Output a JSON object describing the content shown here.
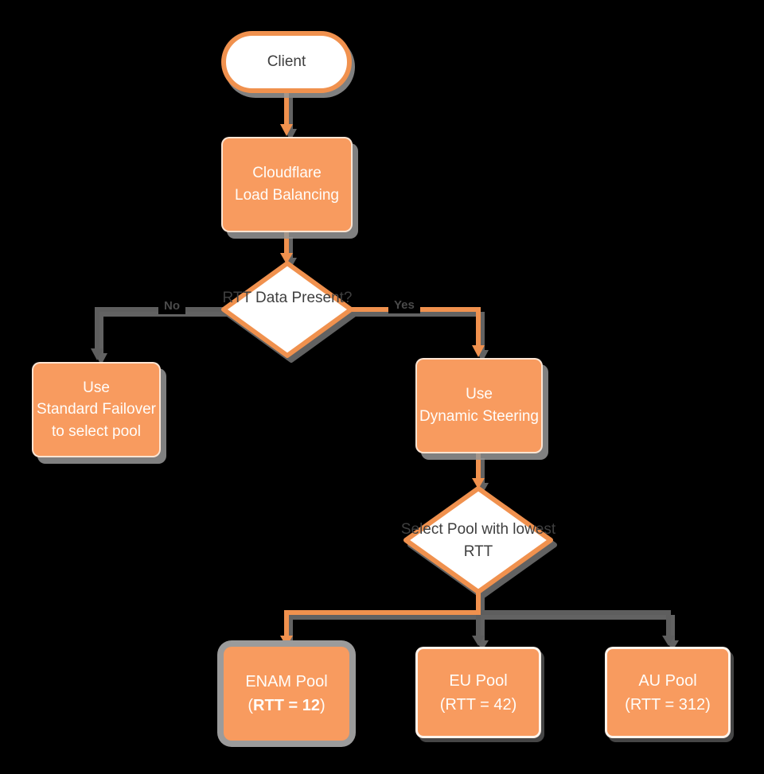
{
  "diagram": {
    "title": "Cloudflare Load Balancing RTT steering flowchart",
    "colors": {
      "background": "#000000",
      "node_fill_orange": "#F89B5F",
      "outline_orange": "#F0914E",
      "edge_gray": "#5E5E5E",
      "shadow_gray": "#969696",
      "text_dark": "#3F3F3F",
      "text_light": "#FFFDFA"
    },
    "nodes": {
      "client": {
        "label": "Client",
        "shape": "stadium"
      },
      "load_balancer": {
        "line1": "Cloudflare",
        "line2": "Load Balancing",
        "shape": "rect"
      },
      "rtt_decision": {
        "line1": "RTT Data",
        "line2": "Present?",
        "shape": "diamond"
      },
      "standard_failover": {
        "line1": "Use",
        "line2": "Standard Failover",
        "line3": "to select pool",
        "shape": "rect"
      },
      "dynamic_steering": {
        "line1": "Use",
        "line2": "Dynamic Steering",
        "shape": "rect"
      },
      "select_pool": {
        "line1": "Select Pool",
        "line2": "with lowest RTT",
        "shape": "diamond"
      },
      "enam_pool": {
        "line1": "ENAM Pool",
        "rtt_prefix": "(",
        "rtt_bold": "RTT = 12",
        "rtt_suffix": ")",
        "shape": "rect"
      },
      "eu_pool": {
        "line1": "EU Pool",
        "line2": "(RTT = 42)",
        "shape": "rect"
      },
      "au_pool": {
        "line1": "AU Pool",
        "line2": "(RTT = 312)",
        "shape": "rect"
      }
    },
    "edge_labels": {
      "no": "No",
      "yes": "Yes"
    }
  }
}
